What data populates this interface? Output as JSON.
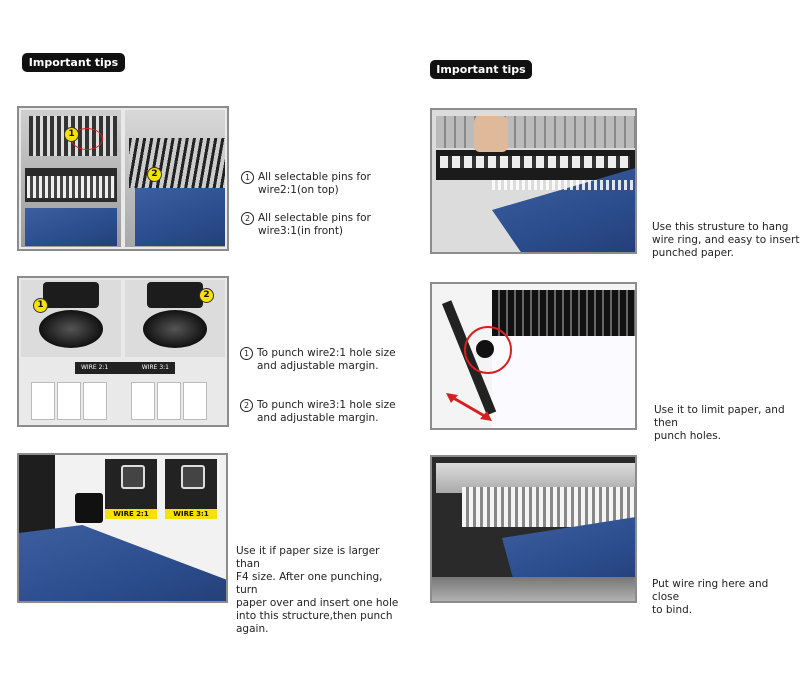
{
  "left": {
    "header": "Important tips",
    "tip1": {
      "item1_num": "1",
      "item1_line1": "All selectable pins for",
      "item1_line2": "wire2:1(on top)",
      "item2_num": "2",
      "item2_line1": "All selectable pins for",
      "item2_line2": "wire3:1(in front)"
    },
    "tip2": {
      "item1_num": "1",
      "item1_line1": "To punch wire2:1 hole size",
      "item1_line2": "and adjustable margin.",
      "item2_num": "2",
      "item2_line1": "To punch wire3:1 hole size",
      "item2_line2": "and adjustable margin.",
      "dial_strip_left": "WIRE 2:1",
      "dial_strip_right": "WIRE 3:1"
    },
    "tip3": {
      "lines": [
        "Use it if paper size is larger than",
        "F4 size. After one punching, turn",
        "paper over and insert one hole",
        "into this structure,then punch",
        "again."
      ],
      "tag1": "WIRE 2:1",
      "tag2": "WIRE 3:1"
    }
  },
  "right": {
    "header": "Important tips",
    "tip1": {
      "lines": [
        "Use this strusture to hang",
        "wire ring, and easy to insert",
        "punched paper."
      ]
    },
    "tip2": {
      "lines": [
        "Use it to limit paper, and then",
        "punch holes."
      ]
    },
    "tip3": {
      "lines": [
        "Put wire ring here and close",
        "to bind."
      ]
    }
  },
  "colors": {
    "pill_bg": "#111111",
    "marker": "#f5e200",
    "paper_blue": "#2b4d8d",
    "arrow_red": "#d6201f"
  }
}
